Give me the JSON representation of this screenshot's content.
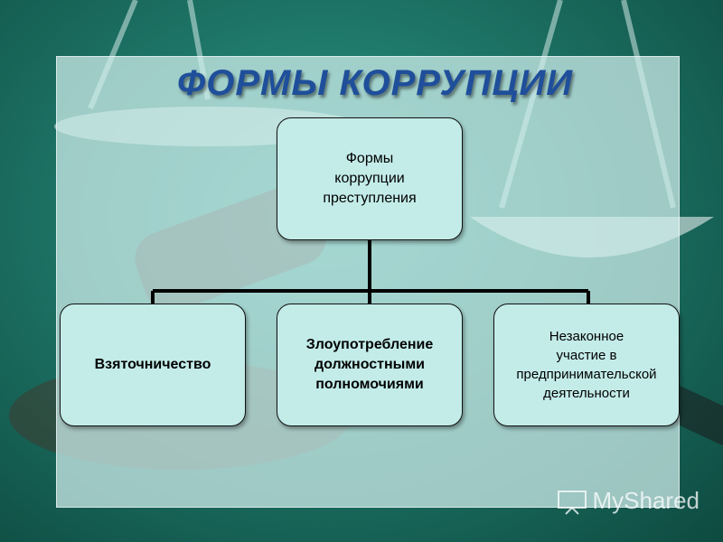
{
  "title": "ФОРМЫ КОРРУПЦИИ",
  "root": {
    "label_lines": [
      "Формы",
      "коррупции",
      "преступления"
    ]
  },
  "children": [
    {
      "label_lines": [
        "Взяточничество"
      ]
    },
    {
      "label_lines": [
        "Злоупотребление",
        "должностными",
        "полномочиями"
      ]
    },
    {
      "label_lines": [
        "Незаконное",
        "участие в",
        "предпринимательской",
        "деятельности"
      ]
    }
  ],
  "watermark": "MyShared",
  "colors": {
    "title": "#1f4f9a",
    "node_fill": "#c3ece9",
    "connector": "#000000",
    "background": "#1d7466"
  }
}
